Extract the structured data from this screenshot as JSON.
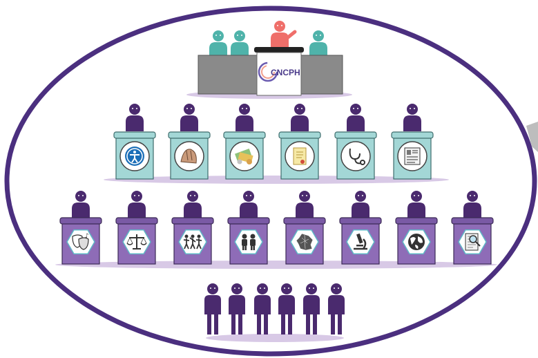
{
  "logo": {
    "text": "CNCPH"
  },
  "colors": {
    "ring": "#4b2f7f",
    "person_dark": "#4a2a6e",
    "person_teal": "#4fb3aa",
    "person_speaker": "#ef6f6a",
    "desk_gray": "#8a8a8a",
    "podium_teal": "#a3d7d6",
    "podium_purple": "#8e6cb7",
    "shadow": "#d8c9e6"
  },
  "rows": {
    "presidency": {
      "members": 4,
      "speaker_index": 2
    },
    "row_teal": {
      "podiums": [
        {
          "icon": "accessibility-icon"
        },
        {
          "icon": "holding-hands-icon"
        },
        {
          "icon": "money-icon"
        },
        {
          "icon": "certificate-icon"
        },
        {
          "icon": "stethoscope-icon"
        },
        {
          "icon": "id-card-icon"
        }
      ]
    },
    "row_purple": {
      "podiums": [
        {
          "icon": "culture-masks-icon"
        },
        {
          "icon": "justice-scale-icon"
        },
        {
          "icon": "sport-people-icon"
        },
        {
          "icon": "family-icon"
        },
        {
          "icon": "france-map-icon"
        },
        {
          "icon": "microscope-icon"
        },
        {
          "icon": "globe-icon"
        },
        {
          "icon": "document-search-icon"
        }
      ]
    },
    "standing_group": {
      "count": 6
    }
  }
}
